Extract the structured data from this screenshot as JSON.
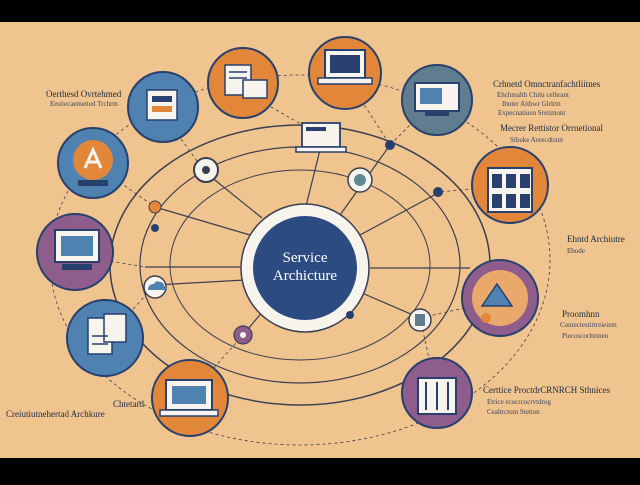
{
  "center": {
    "title_line1": "Service",
    "title_line2": "Archicture"
  },
  "labels": {
    "top_left_title": "Oerthesd Ovrtehmed",
    "top_left_sub": "Eestiecaemetted Trchrm",
    "top_right_title": "Crhnetd Omnctranfachtliitnes",
    "top_right_sub1": "Ehchmalth Chitu celhrant",
    "top_right_sub2": "Ibuter Aithwr Glrlrm",
    "top_right_sub3": "Expecnatiuen Sretimont",
    "mid_right_title": "Mecrer Rettistor Orrnetional",
    "mid_right_sub": "Sibuke Aerecdtsnit",
    "right_title": "Ehntd Archiutre",
    "right_sub": "Ebode",
    "right_low_title": "Proomhnn",
    "right_low_sub1": "Contectestirtreieiem",
    "right_low_sub2": "Piecoscorltetnen",
    "bottom_left_title": "Chtetard",
    "bottom_left_sub": "Creiutiutnehertad Archkure",
    "bottom_right_title": "Certtice ProctdrCRNRCH Sthnices",
    "bottom_right_sub1": "Etrice ecocrcocrvtdrog",
    "bottom_right_sub2": "Cealtrctom Stetion"
  },
  "colors": {
    "background": "#f0c48e",
    "navy": "#27406e",
    "orange": "#e2873a",
    "purple": "#8e5d8b",
    "steel_blue": "#4f82b0",
    "slate": "#5f7d8e",
    "line": "#3b3f52",
    "center_fill": "#2c4b80"
  },
  "nodes": [
    {
      "id": "desktop-left",
      "icon": "desktop-icon",
      "color": "purple"
    },
    {
      "id": "docs-top",
      "icon": "document-stack-icon",
      "color": "orange"
    },
    {
      "id": "laptop-top",
      "icon": "laptop-icon",
      "color": "orange"
    },
    {
      "id": "monitor-top-right",
      "icon": "monitor-icon",
      "color": "slate"
    },
    {
      "id": "server-right",
      "icon": "server-cabinet-icon",
      "color": "orange"
    },
    {
      "id": "cloud-right",
      "icon": "cloud-shield-icon",
      "color": "purple"
    },
    {
      "id": "building-bottom-right",
      "icon": "building-icon",
      "color": "purple"
    },
    {
      "id": "laptop-bottom",
      "icon": "laptop-icon",
      "color": "orange"
    },
    {
      "id": "docs-left-bottom",
      "icon": "document-icon",
      "color": "steel_blue"
    },
    {
      "id": "printer-top-left",
      "icon": "printer-icon",
      "color": "steel_blue"
    },
    {
      "id": "share-left",
      "icon": "share-icon",
      "color": "steel_blue"
    }
  ]
}
